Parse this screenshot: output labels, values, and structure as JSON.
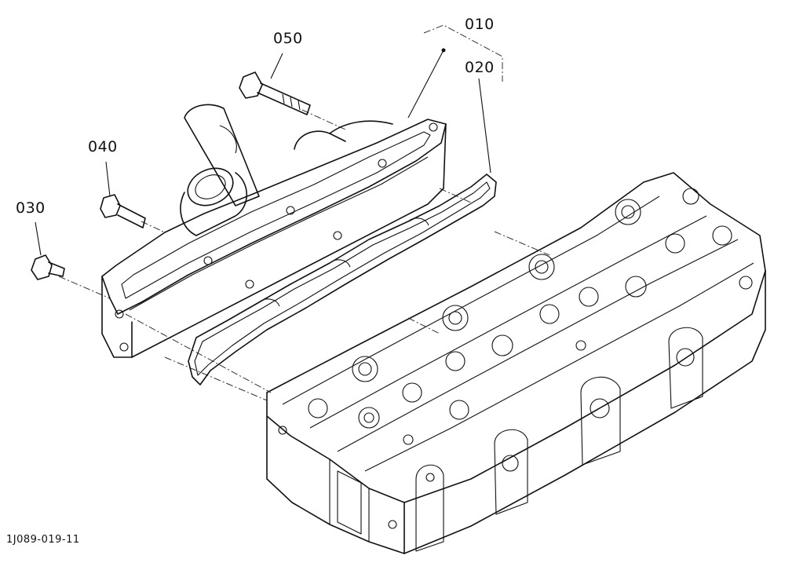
{
  "callouts": {
    "c010": "010",
    "c020": "020",
    "c030": "030",
    "c040": "040",
    "c050": "050"
  },
  "figure_code": "1J089-019-11",
  "colors": {
    "line": "#111111",
    "background": "#ffffff"
  }
}
